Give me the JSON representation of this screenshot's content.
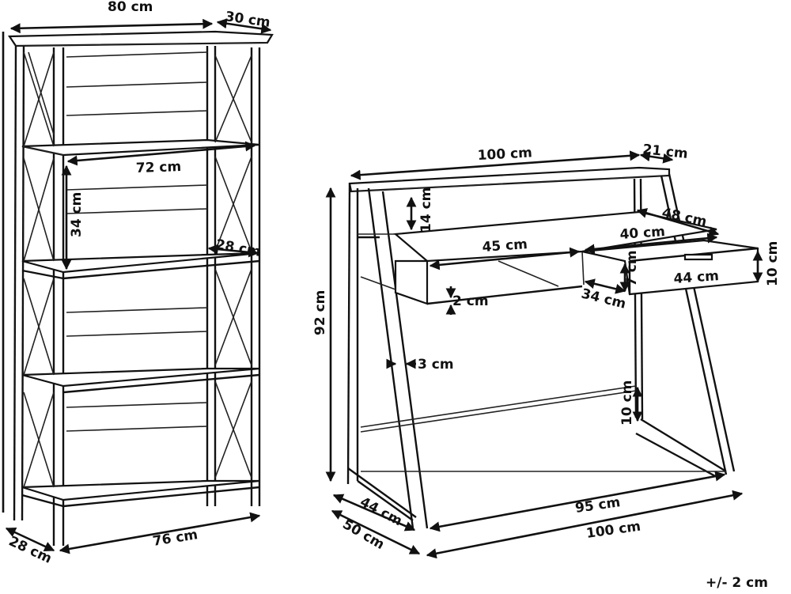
{
  "colors": {
    "line": "#111111",
    "background": "#ffffff"
  },
  "bookcase": {
    "width": "80 cm",
    "depth": "30 cm",
    "inner_width": "72 cm",
    "shelf_height": "34 cm",
    "shelf_depth": "28 cm",
    "base_depth": "28 cm",
    "base_width": "76 cm"
  },
  "desk": {
    "top_width": "100 cm",
    "top_depth": "21 cm",
    "riser_height": "14 cm",
    "riser_depth": "48 cm",
    "compartment_width": "45 cm",
    "drawer_width": "40 cm",
    "drawer_inner_height": "7 cm",
    "drawer_height": "10 cm",
    "drawer_front_width": "44 cm",
    "drawer_depth": "34 cm",
    "panel_thickness": "2 cm",
    "leg_width": "3 cm",
    "height": "92 cm",
    "crossbar_height": "10 cm",
    "inner_depth": "44 cm",
    "depth": "50 cm",
    "inner_width": "95 cm",
    "width": "100 cm"
  },
  "tolerance": "+/- 2 cm"
}
